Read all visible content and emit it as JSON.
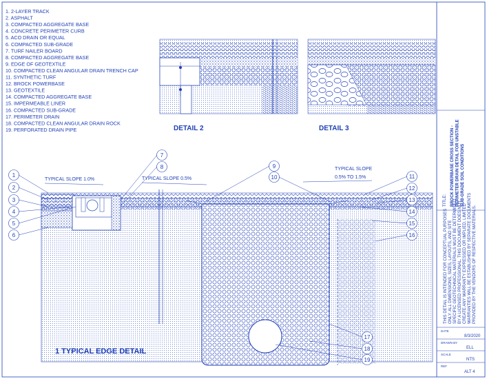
{
  "legend": [
    "1.  2-LAYER TRACK",
    "2.  ASPHALT",
    "3.  COMPACTED AGGREGATE BASE",
    "4.  CONCRETE PERIMETER CURB",
    "5.  ACO DRAIN OR EQUAL",
    "6.  COMPACTED SUB-GRADE",
    "7.  TURF NAILER BOARD",
    "8.  COMPACTED AGGREGATE BASE",
    "9.  EDGE OF GEOTEXTILE",
    "10. COMPACTED  CLEAN ANGULAR DRAIN TRENCH CAP",
    "11. SYNTHETIC TURF",
    "12. BROCK POWERBASE",
    "13. GEOTEXTILE",
    "14. COMPACTED AGGREGATE BASE",
    "15. IMPERMEABLE LINER",
    "16. COMPACTED SUB-GRADE",
    "17. PERIMETER DRAIN",
    "18. COMPACTED CLEAN ANGULAR DRAIN ROCK",
    "19. PERFORATED DRAIN PIPE"
  ],
  "detail2_label": "DETAIL 2",
  "detail3_label": "DETAIL 3",
  "main_label": "1 TYPICAL EDGE DETAIL",
  "slopes": {
    "a": "TYPICAL SLOPE 1.0%",
    "b": "TYPICAL SLOPE 0.5%",
    "c1": "TYPICAL SLOPE",
    "c2": "0.5% TO 1.5%"
  },
  "callouts": {
    "left": [
      "1",
      "2",
      "3",
      "4",
      "5",
      "6"
    ],
    "top": [
      "7",
      "8"
    ],
    "mid": [
      "9",
      "10"
    ],
    "right": [
      "11",
      "12",
      "13",
      "14",
      "15",
      "16"
    ],
    "bottom": [
      "17",
      "18",
      "19"
    ]
  },
  "title_block": {
    "title_label": "TITLE:",
    "title_text": "BROCK POWERBASE CROSS SECTION - PERIMETER DRAIN DETAIL FOR UNSTABLE SUB-GRADE SOIL CONDITIONS",
    "disclaimer": "THIS DETAIL IS INTENDED FOR CONCEPTUAL PURPOSES ONLY. ALL DIMENSIONS, SIZES, LAYOUTS, AND SITE SPECIFIC GEOTECHNICAL MATERIALS MUST BE DETERMINED BY A LICENSED PROFESSIONAL. THIS DOCUMENT DOES NOT CREATE ANY WARRANTY EXPRESSED OR IMPLIED. LIMITED WARRANTIES WILL BE ESTABLISHED BY SEPARATE DOCUMENTS PROVIDED BY THE VENDORS OF RESPECTIVE MATERIALS.",
    "date_label": "DATE",
    "date": "8/3/2020",
    "drawn_label": "DRAWN BY",
    "drawn": "ELL",
    "scale_label": "SCALE",
    "scale": "NTS",
    "ref_label": "REF",
    "ref": "ALT 4"
  },
  "colors": {
    "ink": "#1f3fb5",
    "paper": "#ffffff"
  }
}
